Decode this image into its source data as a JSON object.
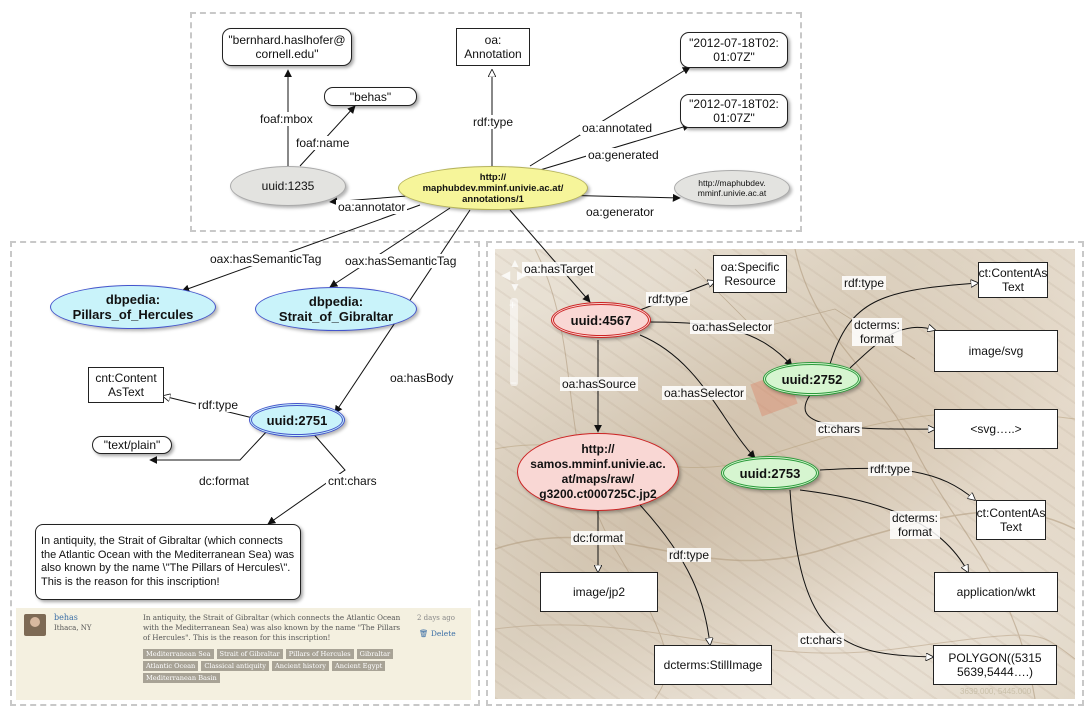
{
  "nodes": {
    "annotation": "http://\nmaphubdev.mminf.univie.ac.at/\nannotations/1",
    "oa_annotation": "oa:\nAnnotation",
    "email": "\"bernhard.haslhofer@\ncornell.edu\"",
    "behas": "\"behas\"",
    "uuid_1235": "uuid:1235",
    "date1": "\"2012-07-18T02:\n01:07Z\"",
    "date2": "\"2012-07-18T02:\n01:07Z\"",
    "generator": "http://maphubdev.\nmminf.univie.ac.at",
    "dbpedia_pillars": "dbpedia:\nPillars_of_Hercules",
    "dbpedia_strait": "dbpedia:\nStrait_of_Gibraltar",
    "cnt_content_astext": "cnt:Content\nAsText",
    "uuid_2751": "uuid:2751",
    "text_plain": "\"text/plain\"",
    "body_text": "In antiquity, the Strait of Gibraltar (which connects the Atlantic Ocean with the Mediterranean Sea) was also known by the name \\\"The Pillars of Hercules\\\". This is the reason for this inscription!",
    "oa_specific_resource": "oa:Specific\nResource",
    "uuid_4567": "uuid:4567",
    "ct_contentastext_1": "ct:ContentAs\nText",
    "image_svg": "image/svg",
    "uuid_2752": "uuid:2752",
    "svg_chars": "<svg…..>",
    "source": "http://\nsamos.mminf.univie.ac.\nat/maps/raw/\ng3200.ct000725C.jp2",
    "uuid_2753": "uuid:2753",
    "ct_contentastext_2": "ct:ContentAs\nText",
    "application_wkt": "application/wkt",
    "image_jp2": "image/jp2",
    "dcterms_stillimage": "dcterms:StillImage",
    "polygon": "POLYGON((5315\n5639,5444….)"
  },
  "edge_labels": {
    "foaf_mbox": "foaf:mbox",
    "foaf_name": "foaf:name",
    "rdf_type_top": "rdf:type",
    "oa_annotated": "oa:annotated",
    "oa_generated": "oa:generated",
    "oa_annotator": "oa:annotator",
    "oa_generator": "oa:generator",
    "oax_hassemantictag_1": "oax:hasSemanticTag",
    "oax_hassemantictag_2": "oax:hasSemanticTag",
    "oa_hasbody": "oa:hasBody",
    "rdf_type_body": "rdf:type",
    "dc_format": "dc:format",
    "cnt_chars": "cnt:chars",
    "oa_hastarget": "oa:hasTarget",
    "rdf_type_target": "rdf:type",
    "oa_hasselector_1": "oa:hasSelector",
    "oa_hasselector_2": "oa:hasSelector",
    "oa_hassource": "oa:hasSource",
    "rdf_type_2752": "rdf:type",
    "dcterms_format_2752": "dcterms:\nformat",
    "ct_chars_2752": "ct:chars",
    "rdf_type_2753": "rdf:type",
    "dcterms_format_2753": "dcterms:\nformat",
    "ct_chars_2753": "ct:chars",
    "dc_format_source": "dc:format",
    "rdf_type_source": "rdf:type"
  },
  "comment": {
    "user": "behas",
    "location": "Ithaca, NY",
    "text": "In antiquity, the Strait of Gibraltar (which connects the Atlantic Ocean with the Mediterranean Sea) was also known by the name \"The Pillars of Hercules\". This is the reason for this inscription!",
    "time": "2 days ago",
    "delete_label": "Delete",
    "tags": [
      "Mediterranean Sea",
      "Strait of Gibraltar",
      "Pillars of Hercules",
      "Gibraltar",
      "Atlantic Ocean",
      "Classical antiquity",
      "Ancient history",
      "Ancient Egypt",
      "Mediterranean Basin"
    ]
  },
  "map_caption": "3639.000, 5445.000",
  "colors": {
    "yellow_node": "#f6f59a",
    "gray_node": "#e3e3e0",
    "cyan_node": "#c9f3fa",
    "pink_node": "#f9d7d4",
    "green_node": "#d6f5d0",
    "link_blue": "#3a6ea5"
  }
}
